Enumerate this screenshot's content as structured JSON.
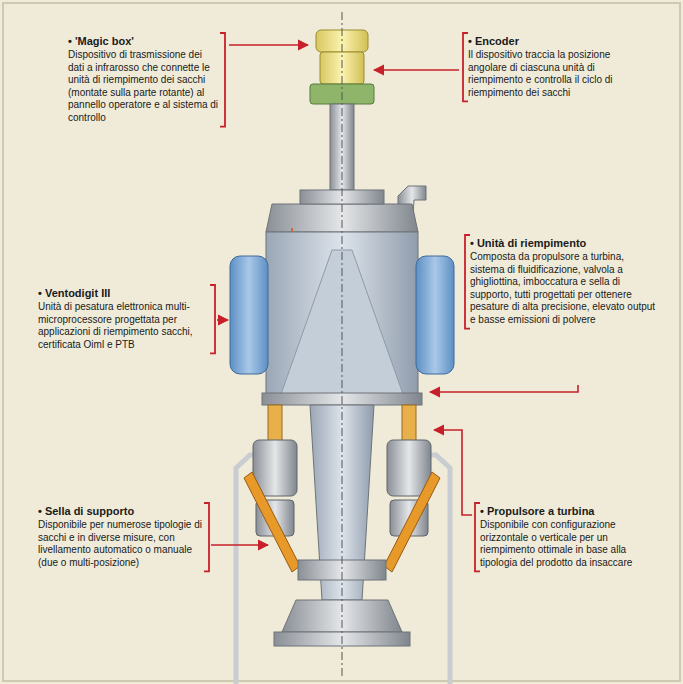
{
  "diagram": {
    "nodes": [
      {
        "text": [
          "• 'Magic box'",
          "Dispositivo di trasmissione dei dati a infrarosso che connette le unità di riempimento dei sacchi (montate sulla parte rotante) al pannello operatore e al sistema di controllo"
        ]
      },
      {
        "text": [
          "• Encoder",
          "Il dispositivo traccia la posizione angolare di ciascuna unità di riempimento e controlla il ciclo di riempimento dei sacchi"
        ]
      },
      {
        "text": [
          "• Unità di riempimento",
          "Composta da propulsore a turbina, sistema di fluidificazione, valvola a ghigliottina, imboccatura e sella di supporto, tutti progettati per ottenere pesature di alta precisione, elevato output e basse emissioni di polvere"
        ]
      },
      {
        "text": [
          "• Ventodigit III",
          "Unità di pesatura elettronica multi-microprocessore progettata per applicazioni di riempimento sacchi, certificata Oiml e PTB"
        ]
      },
      {
        "text": [
          "• Sella di supporto",
          "Disponibile per numerose tipologie di sacchi e in diverse misure, con livellamento automatico o manuale (due o multi-posizione)"
        ]
      },
      {
        "text": [
          "• Propulsore a turbina",
          "Disponibile con configurazione orizzontale o verticale per un riempimento ottimale in base alla tipologia del prodotto da insaccare"
        ]
      }
    ]
  }
}
